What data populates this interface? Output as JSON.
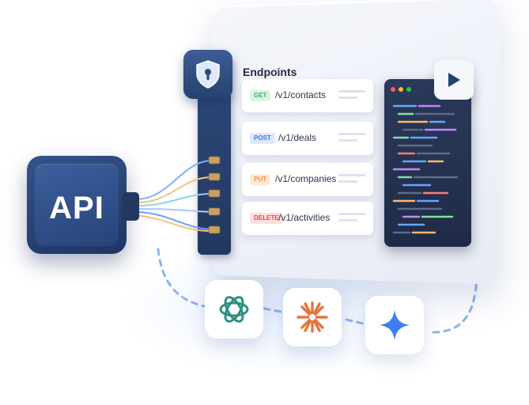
{
  "panel": {
    "title": "Endpoints",
    "endpoints": [
      {
        "method": "GET",
        "path": "/v1/contacts",
        "badge_bg": "#d9f3e3",
        "badge_fg": "#3fae6a"
      },
      {
        "method": "POST",
        "path": "/v1/deals",
        "badge_bg": "#dbe8ff",
        "badge_fg": "#3a78e6"
      },
      {
        "method": "PUT",
        "path": "/v1/companies",
        "badge_bg": "#ffe9d4",
        "badge_fg": "#f0953a"
      },
      {
        "method": "DELETE",
        "path": "/v1/activities",
        "badge_bg": "#ffdede",
        "badge_fg": "#e34b4b"
      }
    ]
  },
  "api_block": {
    "label": "API"
  },
  "icons": [
    "shield-lock-icon",
    "play-icon",
    "openai-icon",
    "claude-icon",
    "gemini-icon"
  ],
  "colors": {
    "accent_blue": "#4a8cf0",
    "navy": "#24406f",
    "openai_teal": "#2f8f84",
    "claude_orange": "#e8743b",
    "gemini_blue": "#3d7ff0"
  }
}
